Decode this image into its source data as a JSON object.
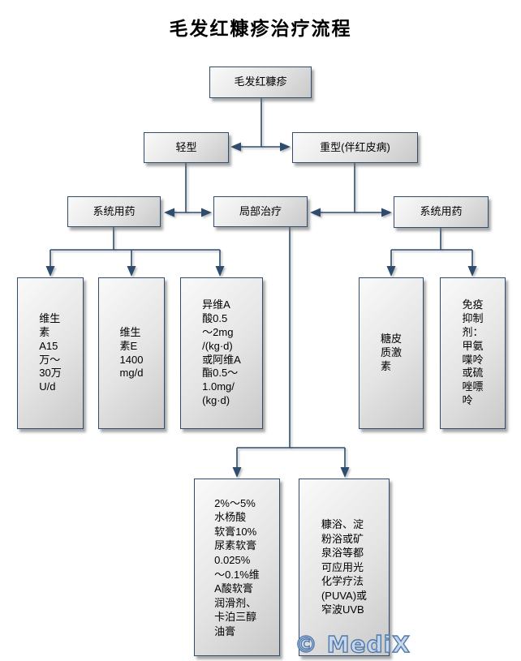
{
  "title": "毛发红糠疹治疗流程",
  "watermark": "© MediX",
  "colors": {
    "line": "#2e4d6e",
    "box_border": "#2e4d6e",
    "box_gradient_start": "#fafafa",
    "box_gradient_end": "#c9c9c9",
    "text": "#000000",
    "watermark_fill": "#c9d7ea",
    "watermark_stroke": "#4f79ac",
    "background": "#ffffff"
  },
  "nodes": {
    "root": {
      "label": "毛发红糠疹"
    },
    "mild": {
      "label": "轻型"
    },
    "severe": {
      "label": "重型(伴红皮病)"
    },
    "systemic_left": {
      "label": "系统用药"
    },
    "local": {
      "label": "局部治疗"
    },
    "systemic_right": {
      "label": "系统用药"
    },
    "vitamin_a": {
      "label": "维生\n素\nA15\n万～\n30万\nU/d"
    },
    "vitamin_e": {
      "label": "维生\n素E\n1400\nmg/d"
    },
    "retinoid": {
      "label": "异维A\n酸0.5\n～2mg\n/(kg·d)\n或阿维A\n酯0.5～\n1.0mg/\n(kg·d)"
    },
    "glucocorticoid": {
      "label": "糖皮\n质激\n素"
    },
    "immunosuppressant": {
      "label": "免疫\n抑制\n剂：\n甲氨\n喋呤\n或硫\n唑嘌\n呤"
    },
    "topical": {
      "label": "2%～5%\n水杨酸\n软膏10%\n尿素软膏\n0.025%\n～0.1%维\nA酸软膏\n润滑剂、\n卡泊三醇\n油膏"
    },
    "bath_uv": {
      "label": "糠浴、淀\n粉浴或矿\n泉浴等都\n可应用光\n化学疗法\n(PUVA)或\n窄波UVB"
    }
  }
}
